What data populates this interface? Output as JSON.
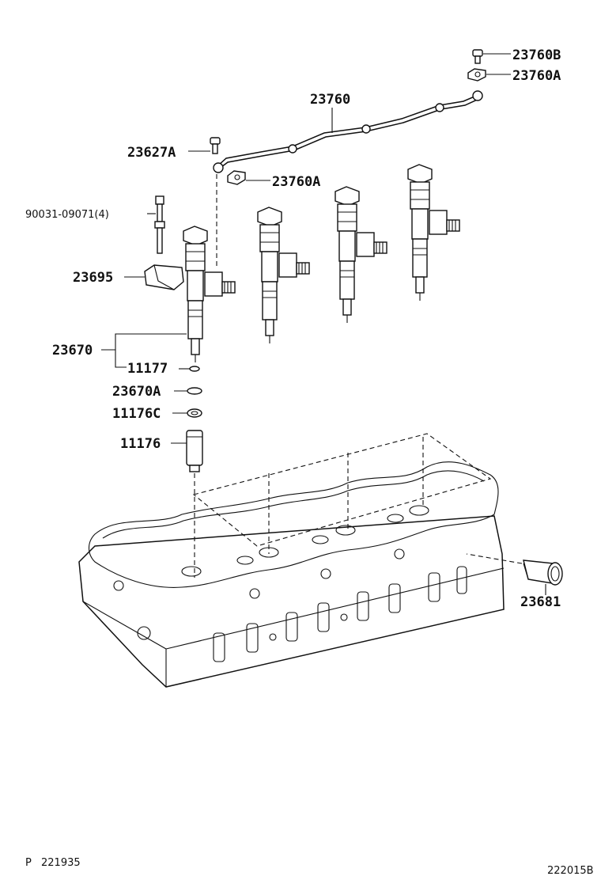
{
  "diagram": {
    "labels": {
      "p23760B": "23760B",
      "p23760A_top": "23760A",
      "p23760": "23760",
      "p23627A": "23627A",
      "p23760A_mid": "23760A",
      "p90031": "90031-09071(4)",
      "p23695": "23695",
      "p23670": "23670",
      "p11177": "11177",
      "p23670A": "23670A",
      "p11176C": "11176C",
      "p11176": "11176",
      "p23681": "23681"
    },
    "footer": {
      "left_prefix": "P",
      "left_code": "221935",
      "right_code": "222015B"
    }
  }
}
